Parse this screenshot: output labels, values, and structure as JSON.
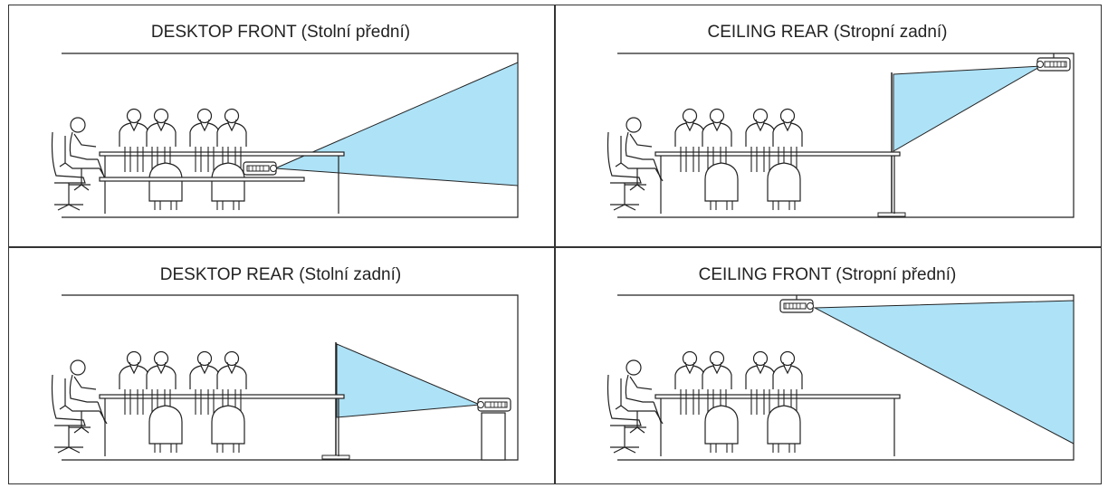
{
  "panels": {
    "desktop_front": {
      "title": "DESKTOP FRONT (Stolní přední)"
    },
    "ceiling_rear": {
      "title": "CEILING REAR (Stropní zadní)"
    },
    "desktop_rear": {
      "title": "DESKTOP REAR (Stolní zadní)"
    },
    "ceiling_front": {
      "title": "CEILING FRONT (Stropní přední)"
    }
  },
  "colors": {
    "beam": "#aee2f7",
    "line": "#222222",
    "border": "#333333"
  }
}
